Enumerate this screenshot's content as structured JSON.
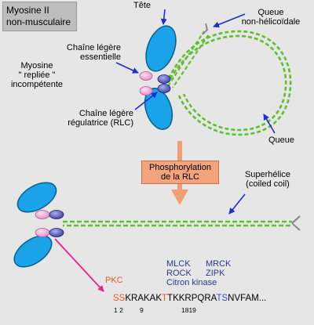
{
  "title": {
    "line1": "Myosine II",
    "line2": "non-musculaire"
  },
  "labels": {
    "head": "Tête",
    "tail_nonhelical_1": "Queue",
    "tail_nonhelical_2": "non-hélicoïdale",
    "elc_1": "Chaîne légère",
    "elc_2": "essentielle",
    "folded_1": "Myosine",
    "folded_2": "\" repliée \"",
    "folded_3": "incompétente",
    "rlc_1": "Chaîne légère",
    "rlc_2": "régulatrice (RLC)",
    "tail": "Queue",
    "phospho_1": "Phosphorylation",
    "phospho_2": "de la RLC",
    "coiled_1": "Superhélice",
    "coiled_2": "(coiled coil)"
  },
  "kinases": {
    "pkc": "PKC",
    "mlck": "MLCK",
    "mrck": "MRCK",
    "rock": "ROCK",
    "zipk": "ZIPK",
    "citron": "Citron kinase"
  },
  "sequence": {
    "p1": "SS",
    "p2": "KRAKAK",
    "p3": "T",
    "p4": "TKKRPQRA",
    "p5": "TS",
    "p6": "NVFAM...",
    "n12": "1 2",
    "n9": "9",
    "n1819": "1819"
  },
  "colors": {
    "background": "#e6e6e6",
    "head_fill": "#1aa3e8",
    "helix": "#5fbf2f",
    "elc": "#f4a8d8",
    "rlc": "#5a5fc8",
    "arrow_blue": "#1f2fc9",
    "arrow_pink": "#e8208a",
    "arrow_orange": "#f0a070",
    "orange_text": "#e8592c",
    "kinase_blue": "#2a3a8c"
  }
}
